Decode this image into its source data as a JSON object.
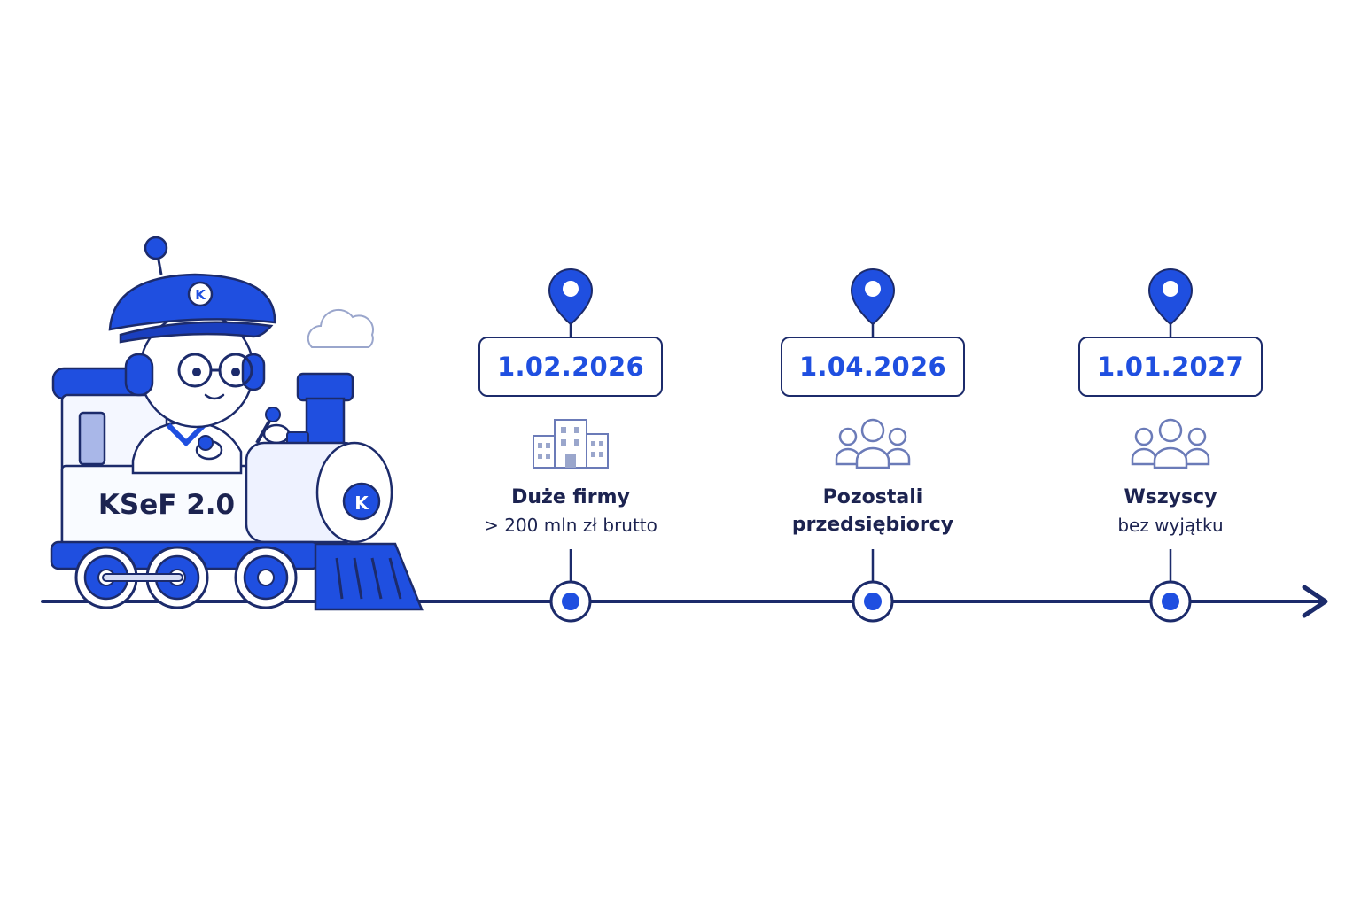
{
  "train": {
    "label": "KSeF 2.0",
    "badge_letter": "K"
  },
  "milestones": [
    {
      "date": "1.02.2026",
      "icon": "office-buildings-icon",
      "title": "Duże firmy",
      "subtitle": "> 200 mln zł brutto"
    },
    {
      "date": "1.04.2026",
      "icon": "group-of-people-icon",
      "title_line1": "Pozostali",
      "title_line2": "przedsiębiorcy"
    },
    {
      "date": "1.01.2027",
      "icon": "group-of-people-icon",
      "title": "Wszyscy",
      "subtitle": "bez wyjątku"
    }
  ],
  "colors": {
    "accent": "#1f4fe0",
    "navy": "#1c2b6b",
    "light": "#e9eefc"
  }
}
